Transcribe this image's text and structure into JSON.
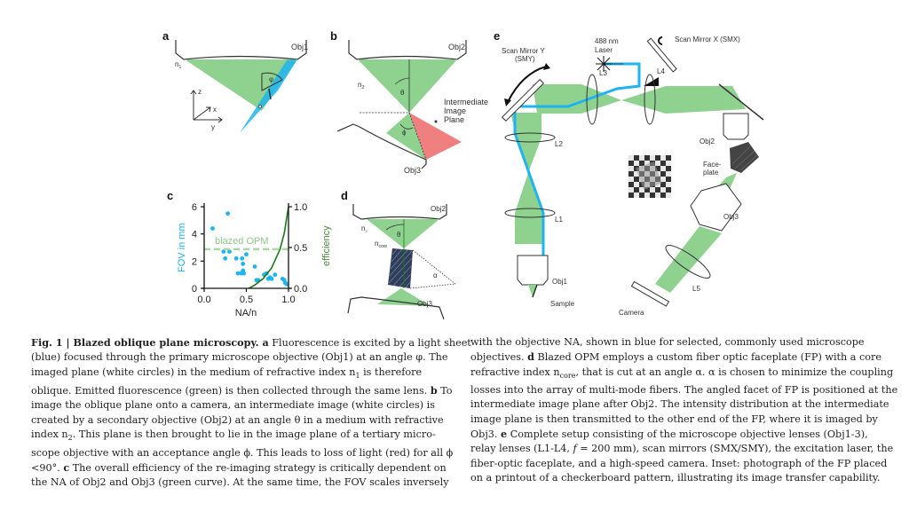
{
  "figure": {
    "panels": {
      "a": {
        "label": "a",
        "objective": "Obj1",
        "medium": "n",
        "medium_sub": "1",
        "angle": "φ",
        "axes": [
          "z",
          "x",
          "y"
        ]
      },
      "b": {
        "label": "b",
        "objective_top": "Obj2",
        "objective_bottom": "Obj3",
        "medium": "n",
        "medium_sub": "2",
        "angle_top": "θ",
        "angle_bottom": "ϕ",
        "plane_label": [
          "Intermediate",
          "Image",
          "Plane"
        ]
      },
      "c": {
        "label": "c"
      },
      "d": {
        "label": "d",
        "objective_top": "Obj2",
        "objective_bottom": "Obj3",
        "medium": "n",
        "medium_sub": "2",
        "core": "n",
        "core_sub": "core",
        "angle_top": "θ",
        "angle_alpha": "α"
      },
      "e": {
        "label": "e",
        "scan_mirror_y": [
          "Scan Mirror Y",
          "(SMY)"
        ],
        "scan_mirror_x": "Scan Mirror X (SMX)",
        "laser": [
          "488 nm",
          "Laser"
        ],
        "lenses": [
          "L1",
          "L2",
          "L3",
          "L4",
          "L5"
        ],
        "obj1": "Obj1",
        "obj2": "Obj2",
        "obj3": "Obj3",
        "faceplate": [
          "Face-",
          "plate"
        ],
        "sample": "Sample",
        "camera": "Camera"
      }
    },
    "colors": {
      "green": "#8fd18f",
      "blue": "#1eb4ef",
      "red": "#f08080",
      "dark_green": "#1a7a1a"
    }
  },
  "chart_data": {
    "type": "scatter",
    "title": "",
    "xlabel": "NA/n",
    "ylabel": "FOV in mm",
    "ylabel_right": "efficiency",
    "xlim": [
      0,
      1
    ],
    "ylim": [
      0,
      6
    ],
    "ylim_right": [
      0,
      1
    ],
    "xticks": [
      "0.0",
      "0.5",
      "1.0"
    ],
    "yticks": [
      "0",
      "2",
      "4",
      "6"
    ],
    "yticks_right": [
      "0.0",
      "0.5",
      "1.0"
    ],
    "annotation": "blazed OPM",
    "series": [
      {
        "name": "FOV (objectives)",
        "axis": "left",
        "kind": "scatter",
        "color": "#1eb4ef",
        "points": [
          [
            0.1,
            4.4
          ],
          [
            0.28,
            5.5
          ],
          [
            0.23,
            2.7
          ],
          [
            0.3,
            2.7
          ],
          [
            0.25,
            2.2
          ],
          [
            0.38,
            2.2
          ],
          [
            0.45,
            2.2
          ],
          [
            0.5,
            2.5
          ],
          [
            0.46,
            1.8
          ],
          [
            0.4,
            1.1
          ],
          [
            0.44,
            1.1
          ],
          [
            0.46,
            1.3
          ],
          [
            0.47,
            1.1
          ],
          [
            0.6,
            1.6
          ],
          [
            0.62,
            0.6
          ],
          [
            0.64,
            0.6
          ],
          [
            0.71,
            1.0
          ],
          [
            0.74,
            1.1
          ],
          [
            0.76,
            0.7
          ],
          [
            0.78,
            0.8
          ],
          [
            0.8,
            0.7
          ],
          [
            0.84,
            1.0
          ],
          [
            0.93,
            0.7
          ],
          [
            0.95,
            0.6
          ],
          [
            0.96,
            0.4
          ],
          [
            0.98,
            0.3
          ]
        ]
      },
      {
        "name": "efficiency",
        "axis": "right",
        "kind": "line",
        "color": "#1a7a1a",
        "points": [
          [
            0.53,
            0.0
          ],
          [
            0.6,
            0.04
          ],
          [
            0.7,
            0.12
          ],
          [
            0.8,
            0.25
          ],
          [
            0.9,
            0.48
          ],
          [
            0.95,
            0.68
          ],
          [
            1.0,
            1.0
          ]
        ]
      },
      {
        "name": "blazed OPM",
        "axis": "right",
        "kind": "hline",
        "color": "#a9d8a0",
        "value": 0.48
      }
    ]
  },
  "caption": {
    "left_lines": [
      [
        {
          "b": "Fig. 1 | Blazed oblique plane microscopy. a"
        },
        {
          "t": " Fluorescence is excited by a light sheet"
        }
      ],
      [
        {
          "t": "(blue) focused through the primary microscope objective (Obj1) at an angle φ. The"
        }
      ],
      [
        {
          "t": "imaged plane (white circles) in the medium of refractive index n"
        },
        {
          "s": "1"
        },
        {
          "t": " is therefore"
        }
      ],
      [
        {
          "t": "oblique. Emitted fluorescence (green) is then collected through the same lens. "
        },
        {
          "b": "b"
        },
        {
          "t": " To"
        }
      ],
      [
        {
          "t": "image the oblique plane onto a camera, an intermediate image (white circles) is"
        }
      ],
      [
        {
          "t": "created by a secondary objective (Obj2) at an angle θ in a medium with refractive"
        }
      ],
      [
        {
          "t": "index n"
        },
        {
          "s": "2"
        },
        {
          "t": ". This plane is then brought to lie in the image plane of a tertiary micro-"
        }
      ],
      [
        {
          "t": "scope objective with an acceptance angle ϕ. This leads to loss of light (red) for all ϕ"
        }
      ],
      [
        {
          "t": "<90°. "
        },
        {
          "b": "c"
        },
        {
          "t": " The overall efficiency of the re-imaging strategy is critically dependent on"
        }
      ],
      [
        {
          "t": "the NA of Obj2 and Obj3 (green curve). At the same time, the FOV scales inversely"
        }
      ]
    ],
    "right_lines": [
      [
        {
          "t": "with the objective NA, shown in blue for selected, commonly used microscope"
        }
      ],
      [
        {
          "t": "objectives. "
        },
        {
          "b": "d"
        },
        {
          "t": " Blazed OPM employs a custom fiber optic faceplate (FP) with a core"
        }
      ],
      [
        {
          "t": "refractive index n"
        },
        {
          "s": "core"
        },
        {
          "t": ", that is cut at an angle α. α is chosen to minimize the coupling"
        }
      ],
      [
        {
          "t": "losses into the array of multi-mode fibers. The angled facet of FP is positioned at the"
        }
      ],
      [
        {
          "t": "intermediate image plane after Obj2. The intensity distribution at the intermediate"
        }
      ],
      [
        {
          "t": "image plane is then transmitted to the other end of the FP, where it is imaged by"
        }
      ],
      [
        {
          "t": "Obj3. "
        },
        {
          "b": "e"
        },
        {
          "t": " Complete setup consisting of the microscope objective lenses (Obj1-3),"
        }
      ],
      [
        {
          "t": "relay lenses (L1-L4, "
        },
        {
          "i": "f"
        },
        {
          "t": " = 200 mm), scan mirrors (SMX/SMY), the excitation laser, the"
        }
      ],
      [
        {
          "t": "fiber-optic faceplate, and a high-speed camera. Inset: photograph of the FP placed"
        }
      ],
      [
        {
          "t": "on a printout of a checkerboard pattern, illustrating its image transfer capability."
        }
      ]
    ]
  }
}
